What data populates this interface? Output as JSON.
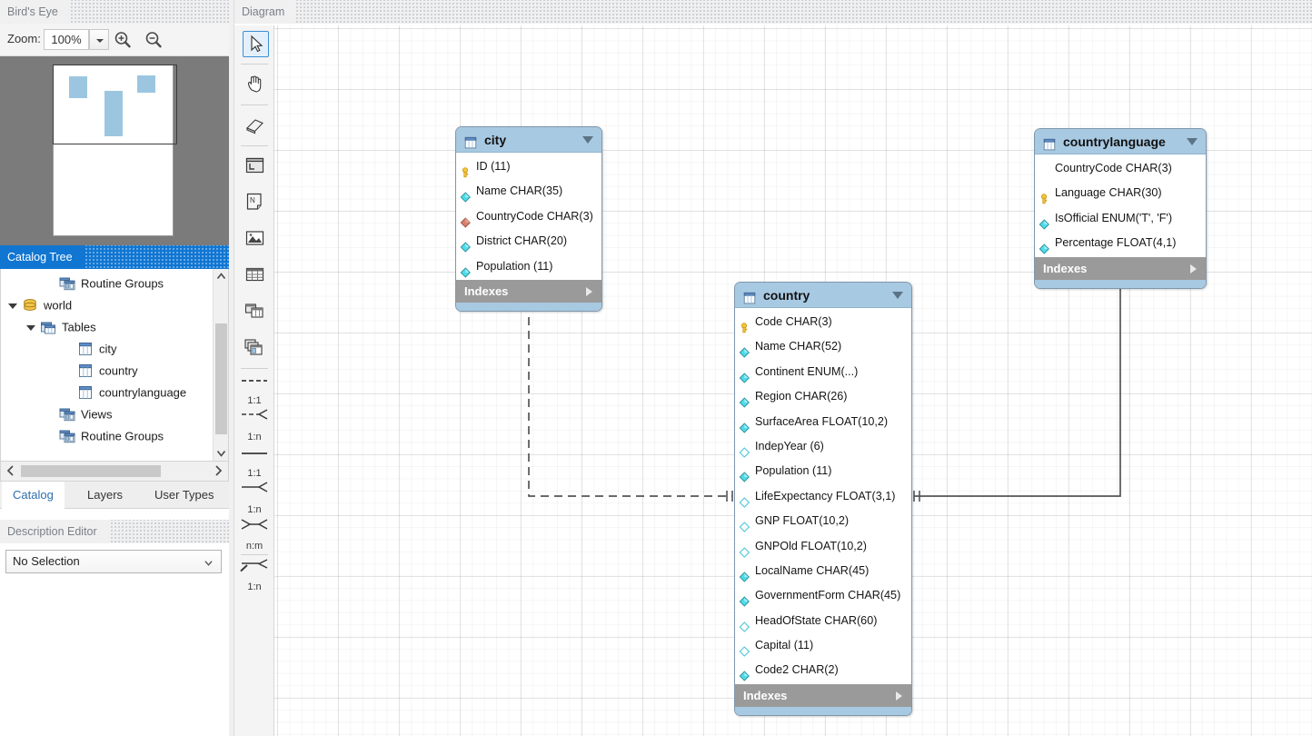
{
  "panels": {
    "birds_eye": {
      "caption": "Bird's Eye"
    },
    "zoom": {
      "label": "Zoom:",
      "value": "100%",
      "dropdown_icon": "chevron-down-icon",
      "zoom_in_icon": "magnifier-plus-icon",
      "zoom_out_icon": "magnifier-minus-icon"
    },
    "catalog": {
      "caption": "Catalog Tree",
      "tree": [
        {
          "label": "Routine Groups",
          "depth": 2,
          "twisty": "none",
          "icon": "routine-groups-icon"
        },
        {
          "label": "world",
          "depth": 0,
          "twisty": "expanded",
          "icon": "schema-icon"
        },
        {
          "label": "Tables",
          "depth": 1,
          "twisty": "expanded",
          "icon": "tables-folder-icon"
        },
        {
          "label": "city",
          "depth": 3,
          "twisty": "none",
          "icon": "table-icon"
        },
        {
          "label": "country",
          "depth": 3,
          "twisty": "none",
          "icon": "table-icon"
        },
        {
          "label": "countrylanguage",
          "depth": 3,
          "twisty": "none",
          "icon": "table-icon"
        },
        {
          "label": "Views",
          "depth": 2,
          "twisty": "none",
          "icon": "views-icon"
        },
        {
          "label": "Routine Groups",
          "depth": 2,
          "twisty": "none",
          "icon": "routine-groups-icon"
        }
      ],
      "tabs": [
        {
          "label": "Catalog",
          "active": true
        },
        {
          "label": "Layers",
          "active": false
        },
        {
          "label": "User Types",
          "active": false
        }
      ]
    },
    "description_editor": {
      "caption": "Description Editor",
      "selection": "No Selection",
      "chevron_icon": "chevron-down-icon"
    }
  },
  "toolbox": {
    "tools": [
      {
        "name": "select-tool",
        "icon": "cursor-arrow-icon",
        "selected": true,
        "label": ""
      },
      {
        "name": "hand-tool",
        "icon": "hand-icon",
        "selected": false,
        "label": ""
      },
      {
        "name": "eraser-tool",
        "icon": "eraser-icon",
        "selected": false,
        "label": ""
      },
      {
        "name": "layer-tool",
        "icon": "layer-icon",
        "selected": false,
        "label": ""
      },
      {
        "name": "note-tool",
        "icon": "note-icon",
        "selected": false,
        "label": ""
      },
      {
        "name": "image-tool",
        "icon": "image-icon",
        "selected": false,
        "label": ""
      },
      {
        "name": "table-tool",
        "icon": "table-icon",
        "selected": false,
        "label": ""
      },
      {
        "name": "view-tool",
        "icon": "view-icon",
        "selected": false,
        "label": ""
      },
      {
        "name": "routine-group-tool",
        "icon": "routine-group-icon",
        "selected": false,
        "label": ""
      },
      {
        "name": "rel-11-identifying",
        "icon": "rel-dashed-11-icon",
        "selected": false,
        "label": "1:1"
      },
      {
        "name": "rel-1n-identifying",
        "icon": "rel-dashed-1n-icon",
        "selected": false,
        "label": "1:n"
      },
      {
        "name": "rel-11-noniden",
        "icon": "rel-solid-11-icon",
        "selected": false,
        "label": "1:1"
      },
      {
        "name": "rel-1n-noniden",
        "icon": "rel-solid-1n-icon",
        "selected": false,
        "label": "1:n"
      },
      {
        "name": "rel-nm",
        "icon": "rel-nm-icon",
        "selected": false,
        "label": "n:m"
      },
      {
        "name": "rel-1n-pick",
        "icon": "rel-pick-1n-icon",
        "selected": false,
        "label": "1:n"
      }
    ]
  },
  "diagram": {
    "caption": "Diagram",
    "indexes_label": "Indexes",
    "tables": [
      {
        "name": "city",
        "icon": "table-icon",
        "caret_icon": "triangle-down-icon",
        "columns": [
          {
            "label": "ID (11)",
            "key": "pk"
          },
          {
            "label": "Name CHAR(35)",
            "key": "notnull"
          },
          {
            "label": "CountryCode CHAR(3)",
            "key": "fk"
          },
          {
            "label": "District CHAR(20)",
            "key": "notnull"
          },
          {
            "label": "Population (11)",
            "key": "notnull"
          }
        ]
      },
      {
        "name": "country",
        "icon": "table-icon",
        "caret_icon": "triangle-down-icon",
        "columns": [
          {
            "label": "Code CHAR(3)",
            "key": "pk"
          },
          {
            "label": "Name CHAR(52)",
            "key": "notnull"
          },
          {
            "label": "Continent ENUM(...)",
            "key": "notnull"
          },
          {
            "label": "Region CHAR(26)",
            "key": "notnull"
          },
          {
            "label": "SurfaceArea FLOAT(10,2)",
            "key": "notnull"
          },
          {
            "label": "IndepYear (6)",
            "key": "nullable"
          },
          {
            "label": "Population (11)",
            "key": "notnull"
          },
          {
            "label": "LifeExpectancy FLOAT(3,1)",
            "key": "nullable"
          },
          {
            "label": "GNP FLOAT(10,2)",
            "key": "nullable"
          },
          {
            "label": "GNPOld FLOAT(10,2)",
            "key": "nullable"
          },
          {
            "label": "LocalName CHAR(45)",
            "key": "notnull"
          },
          {
            "label": "GovernmentForm CHAR(45)",
            "key": "notnull"
          },
          {
            "label": "HeadOfState CHAR(60)",
            "key": "nullable"
          },
          {
            "label": "Capital (11)",
            "key": "nullable"
          },
          {
            "label": "Code2 CHAR(2)",
            "key": "notnull"
          }
        ]
      },
      {
        "name": "countrylanguage",
        "icon": "table-icon",
        "caret_icon": "triangle-down-icon",
        "columns": [
          {
            "label": "CountryCode CHAR(3)",
            "key": "none"
          },
          {
            "label": "Language CHAR(30)",
            "key": "pk"
          },
          {
            "label": "IsOfficial ENUM('T', 'F')",
            "key": "notnull"
          },
          {
            "label": "Percentage FLOAT(4,1)",
            "key": "notnull"
          }
        ]
      }
    ],
    "relationships": [
      {
        "name": "city-to-country",
        "style": "non-identifying",
        "from": "city",
        "to": "country",
        "from_card": "n",
        "to_card": "1"
      },
      {
        "name": "countrylanguage-to-country",
        "style": "identifying",
        "from": "countrylanguage",
        "to": "country",
        "from_card": "n",
        "to_card": "1"
      }
    ]
  },
  "colors": {
    "table_header": "#a8c9e2",
    "table_border": "#7f97ab",
    "indexes_bar": "#9a9a9a",
    "caption_active": "#1076d2",
    "canvas": "#ffffff",
    "birds_eye_bg": "#7b7b7b",
    "pk_key": "#f6c83c",
    "fk_diamond": "#cf7465",
    "col_diamond": "#55d7e8"
  }
}
